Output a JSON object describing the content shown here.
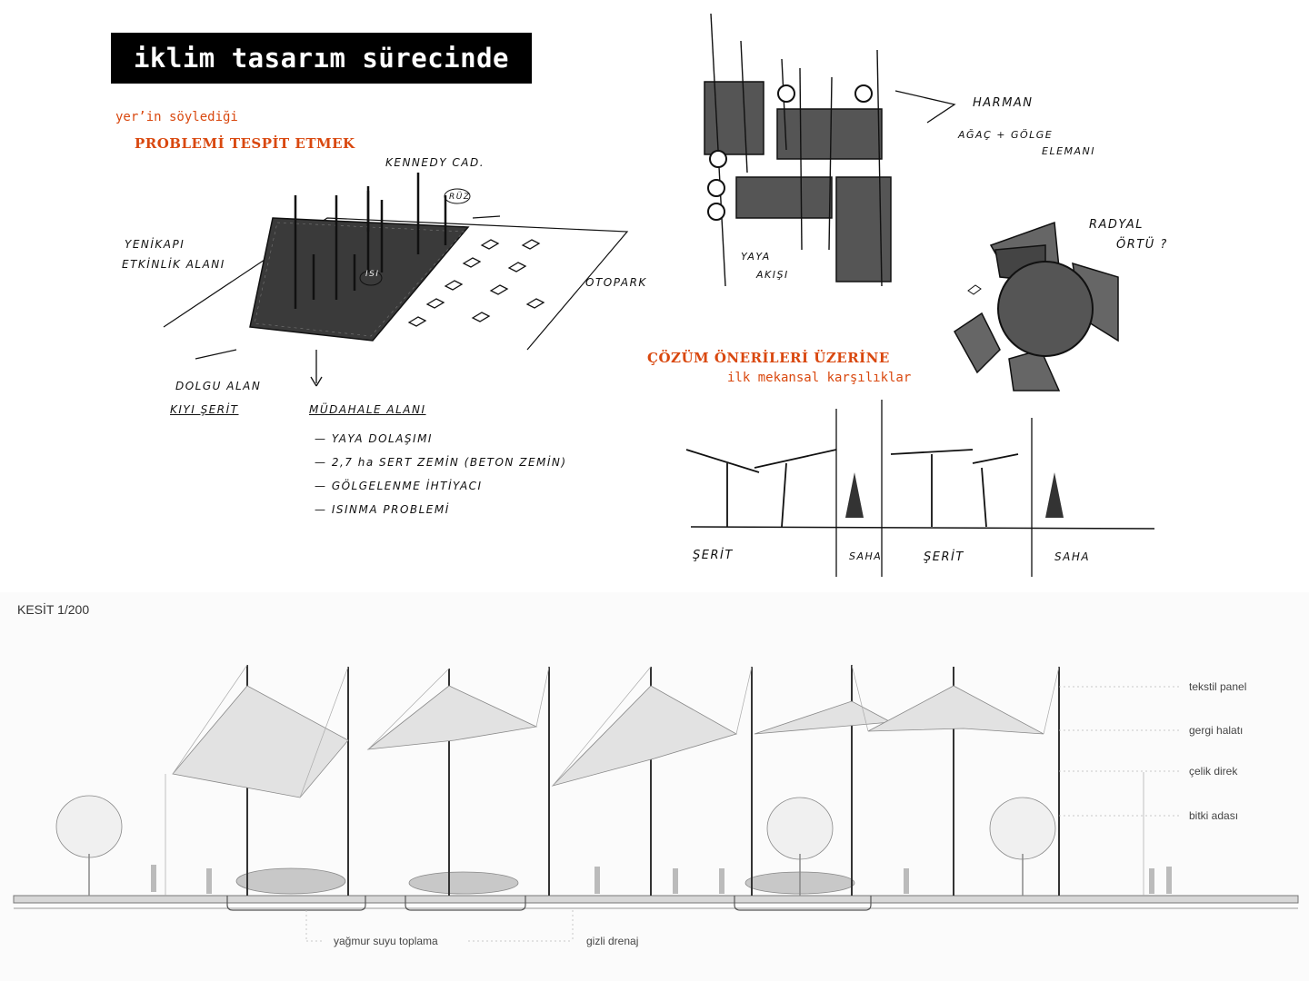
{
  "header": {
    "title": "iklim tasarım sürecinde",
    "subtitle_small": "yer’in söylediği",
    "subtitle_bold": "PROBLEMİ TESPİT ETMEK"
  },
  "sketch_site": {
    "street_label": "KENNEDY CAD.",
    "wind_label": "RÜZ",
    "heat_label": "ISI",
    "area_label_1": "YENİKAPI",
    "area_label_2": "ETKİNLİK ALANI",
    "parking_label": "OTOPARK",
    "fill_label": "DOLGU ALAN",
    "coast_label": "KIYI ŞERİT",
    "intervention_label": "MÜDAHALE ALANI",
    "problems": [
      "— YAYA DOLAŞIMI",
      "— 2,7 ha SERT ZEMİN (BETON ZEMİN)",
      "— GÖLGELENME İHTİYACI",
      "— ISINMA PROBLEMİ"
    ]
  },
  "sketch_plan": {
    "harman_label": "HARMAN",
    "mix_label_1": "AĞAÇ + GÖLGE",
    "mix_label_2": "ELEMANI",
    "pedestrian_label_1": "YAYA",
    "pedestrian_label_2": "AKIŞI",
    "radial_label_1": "RADYAL",
    "radial_label_2": "ÖRTÜ ?"
  },
  "solutions": {
    "title": "ÇÖZÜM ÖNERİLERİ ÜZERİNE",
    "subtitle": "ilk mekansal karşılıklar",
    "zones": [
      "ŞERİT",
      "SAHA",
      "ŞERİT",
      "SAHA"
    ]
  },
  "section": {
    "title": "KESİT 1/200",
    "labels": [
      "tekstil panel",
      "gergi halatı",
      "çelik direk",
      "bitki adası"
    ],
    "bottom_labels": [
      "yağmur suyu toplama",
      "gizli drenaj"
    ]
  },
  "colors": {
    "accent": "#d9480f",
    "ink": "#111111",
    "cad_line": "#555555",
    "title_bg": "#000000"
  }
}
